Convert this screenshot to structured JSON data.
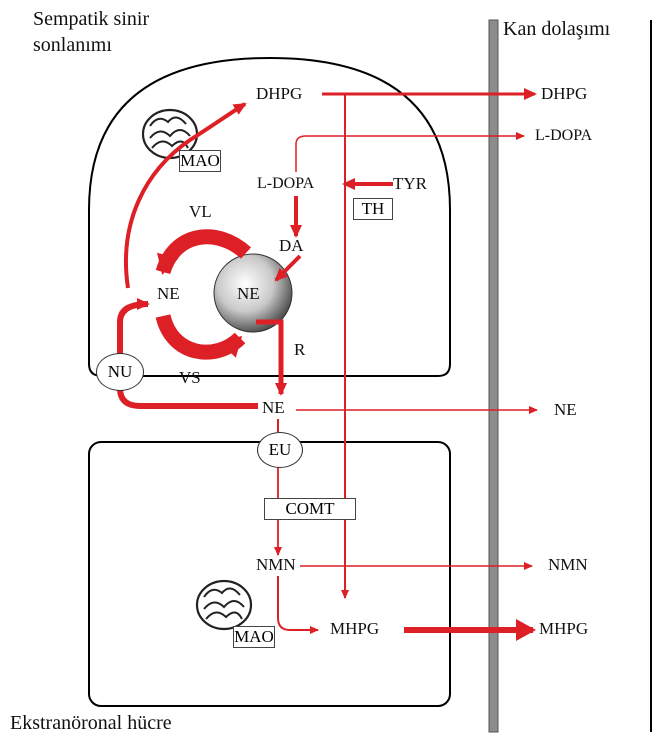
{
  "regions": {
    "sympathetic_terminal": "Sempatik sinir\nsonlanımı",
    "extraneuronal_cell": "Ekstranöronal hücre",
    "circulation": "Kan dolaşımı"
  },
  "neuron": {
    "dhpg": "DHPG",
    "ldopa": "L-DOPA",
    "tyr": "TYR",
    "th": "TH",
    "da": "DA",
    "vl": "VL",
    "ne_cyto": "NE",
    "ne_vesicle": "NE",
    "r": "R",
    "vs": "VS",
    "nu": "NU",
    "mao": "MAO"
  },
  "synapse": {
    "ne": "NE"
  },
  "extraneuronal": {
    "eu": "EU",
    "comt": "COMT",
    "nmn": "NMN",
    "mao": "MAO",
    "mhpg": "MHPG"
  },
  "blood": {
    "dhpg": "DHPG",
    "ldopa": "L-DOPA",
    "ne": "NE",
    "nmn": "NMN",
    "mhpg": "MHPG"
  },
  "colors": {
    "arrow": "#dd1f26",
    "line": "#000000",
    "vessel": "#8c8c8c"
  },
  "icons": [
    "mitochondrion-icon",
    "vesicle-icon"
  ]
}
